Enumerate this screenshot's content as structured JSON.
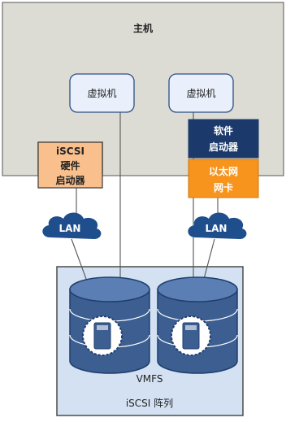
{
  "host": {
    "label": "主机"
  },
  "vm_left": {
    "label": "虚拟机"
  },
  "vm_right": {
    "label": "虚拟机"
  },
  "hardware_initiator": {
    "line1": "iSCSI",
    "line2": "硬件",
    "line3": "启动器"
  },
  "software_initiator": {
    "line1": "软件",
    "line2": "启动器"
  },
  "ethernet_nic": {
    "line1": "以太网",
    "line2": "网卡"
  },
  "lan_left": {
    "label": "LAN"
  },
  "lan_right": {
    "label": "LAN"
  },
  "storage": {
    "fs_label": "VMFS",
    "array_label": "iSCSI 阵列"
  },
  "colors": {
    "host_fill": "#dcdcd4",
    "vm_fill": "#e9f0fb",
    "hw_initiator_fill": "#f9c08e",
    "sw_initiator_fill": "#1b3a6b",
    "nic_fill": "#f7941d",
    "lan_fill": "#1f4e8c",
    "array_fill": "#d3e1f2",
    "disk_fill": "#3c5e91"
  }
}
